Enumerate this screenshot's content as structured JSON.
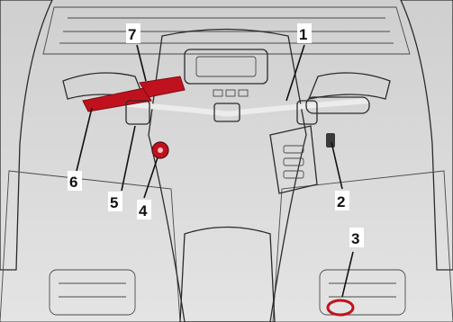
{
  "figure": {
    "callouts": [
      {
        "id": "1",
        "label": "1"
      },
      {
        "id": "2",
        "label": "2"
      },
      {
        "id": "3",
        "label": "3"
      },
      {
        "id": "4",
        "label": "4"
      },
      {
        "id": "5",
        "label": "5"
      },
      {
        "id": "6",
        "label": "6"
      },
      {
        "id": "7",
        "label": "7"
      }
    ],
    "colors": {
      "highlight_red": "#c0121e",
      "body_gray": "#d9d9d9",
      "dark_gray": "#8c8c8c",
      "line": "#2b2b2b"
    }
  }
}
